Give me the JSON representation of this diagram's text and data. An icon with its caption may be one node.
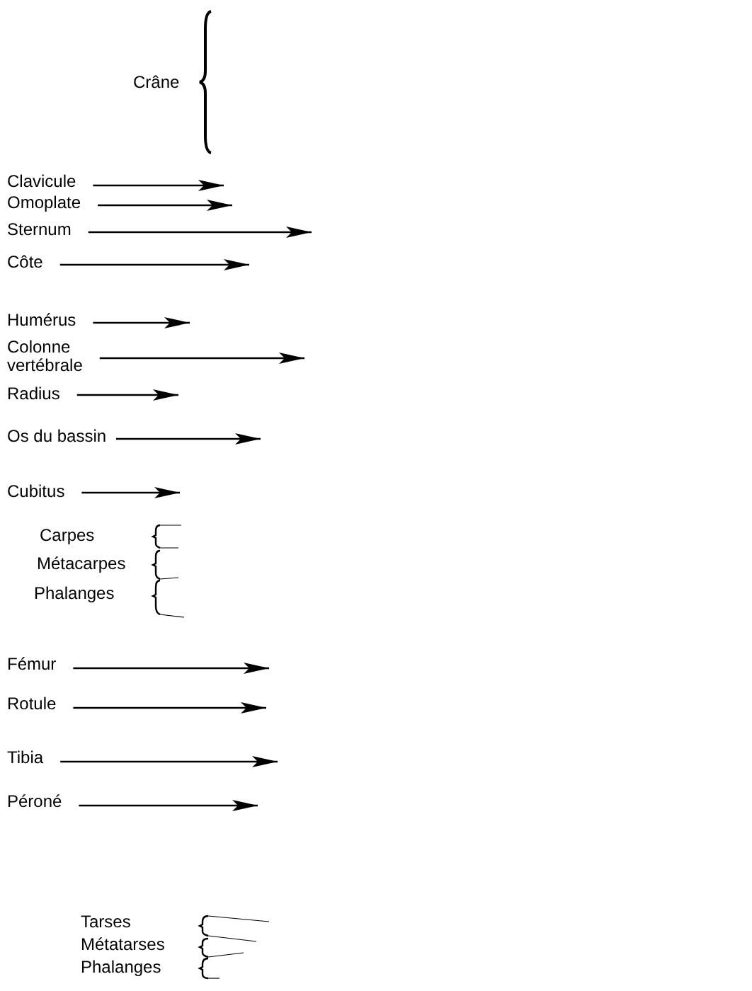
{
  "diagram": {
    "nodes": [
      {
        "text": [
          "Clavicule"
        ]
      },
      {
        "text": [
          "Omoplate"
        ]
      },
      {
        "text": [
          "Sternum"
        ]
      },
      {
        "text": [
          "Côte"
        ]
      },
      {
        "text": [
          "Humérus"
        ]
      },
      {
        "text": [
          "Colonne vertébrale"
        ]
      },
      {
        "text": [
          "Radius"
        ]
      },
      {
        "text": [
          "Os du bassin"
        ]
      },
      {
        "text": [
          "Cubitus"
        ]
      },
      {
        "text": [
          "Fémur"
        ]
      },
      {
        "text": [
          "Rotule"
        ]
      },
      {
        "text": [
          "Tibia"
        ]
      },
      {
        "text": [
          "Péroné"
        ]
      }
    ],
    "edges": [
      {
        "from": 0,
        "to": null,
        "arrow": "to"
      },
      {
        "from": 1,
        "to": null,
        "arrow": "to"
      },
      {
        "from": 2,
        "to": null,
        "arrow": "to"
      },
      {
        "from": 3,
        "to": null,
        "arrow": "to"
      },
      {
        "from": 4,
        "to": null,
        "arrow": "to"
      },
      {
        "from": 5,
        "to": null,
        "arrow": "to"
      },
      {
        "from": 6,
        "to": null,
        "arrow": "to"
      },
      {
        "from": 7,
        "to": null,
        "arrow": "to"
      },
      {
        "from": 8,
        "to": null,
        "arrow": "to"
      },
      {
        "from": 9,
        "to": null,
        "arrow": "to"
      },
      {
        "from": 10,
        "to": null,
        "arrow": "to"
      },
      {
        "from": 11,
        "to": null,
        "arrow": "to"
      },
      {
        "from": 12,
        "to": null,
        "arrow": "to"
      }
    ],
    "labels": [
      "Crâne",
      "Carpes",
      "Métacarpes",
      "Phalanges",
      "Tarses",
      "Métatarses",
      "Phalanges"
    ]
  }
}
